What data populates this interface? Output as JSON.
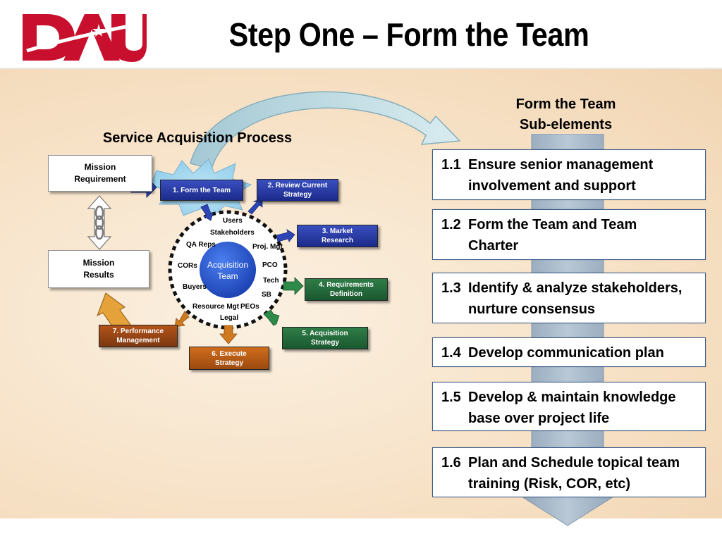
{
  "logo": {
    "text": "DAU",
    "color": "#c8102e"
  },
  "title": "Step One – Form the Team",
  "subelements_heading": {
    "line1": "Form the Team",
    "line2": "Sub-elements"
  },
  "process_title": "Service Acquisition Process",
  "mission_requirement": {
    "line1": "Mission",
    "line2": "Requirement"
  },
  "mission_results": {
    "line1": "Mission",
    "line2": "Results"
  },
  "steps": [
    {
      "label": "1.  Form the Team"
    },
    {
      "line1": "2.  Review Current",
      "line2": "Strategy"
    },
    {
      "line1": "3.  Market",
      "line2": "Research"
    },
    {
      "line1": "4.  Requirements",
      "line2": "Definition"
    },
    {
      "line1": "5.  Acquisition",
      "line2": "Strategy"
    },
    {
      "line1": "6.  Execute",
      "line2": "Strategy"
    },
    {
      "line1": "7.  Performance",
      "line2": "Management"
    }
  ],
  "acquisition_team": {
    "line1": "Acquisition",
    "line2": "Team"
  },
  "team_members": {
    "users": "Users",
    "stakeholders": "Stakeholders",
    "qa_reps": "QA Reps",
    "proj_mgt": "Proj.  Mgt",
    "cors": "CORs",
    "pco": "PCO",
    "buyers": "Buyers",
    "tech": "Tech",
    "sb": "SB",
    "resource_mgt": "Resource Mgt",
    "peos": "PEOs",
    "legal": "Legal"
  },
  "subelements": [
    {
      "num": "1.1",
      "line1": "Ensure senior management",
      "line2": "involvement and support"
    },
    {
      "num": "1.2",
      "line1": "Form the Team and Team",
      "line2": "Charter"
    },
    {
      "num": "1.3",
      "line1": "Identify & analyze stakeholders,",
      "line2": "nurture consensus"
    },
    {
      "num": "1.4",
      "line1": "Develop communication plan",
      "line2": ""
    },
    {
      "num": "1.5",
      "line1": "Develop & maintain knowledge",
      "line2": "base over project life"
    },
    {
      "num": "1.6",
      "line1": "Plan and Schedule topical team",
      "line2": "training (Risk, COR, etc)"
    }
  ]
}
